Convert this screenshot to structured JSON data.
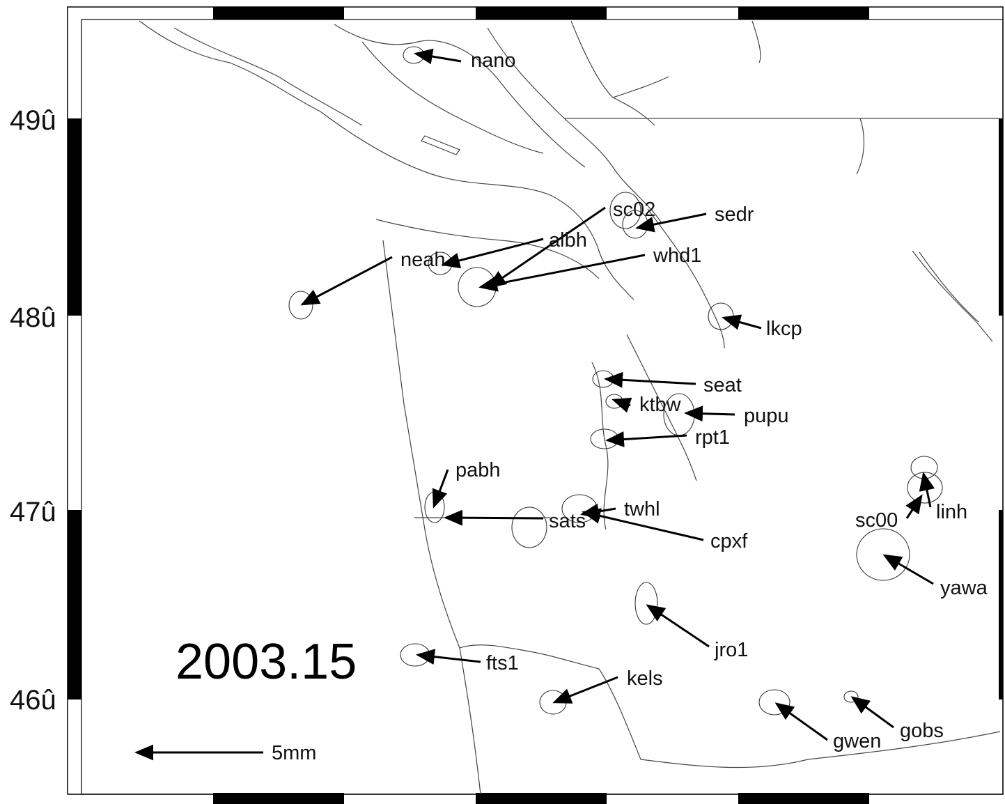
{
  "map": {
    "epoch_label": "2003.15",
    "scale_label": "5mm",
    "latitude_labels": [
      "49û",
      "48û",
      "47û",
      "46û"
    ],
    "colors": {
      "ink": "#000000",
      "coast": "#444444",
      "frame": "#000000"
    },
    "stations": [
      {
        "id": "nano"
      },
      {
        "id": "sc02"
      },
      {
        "id": "sedr"
      },
      {
        "id": "albh"
      },
      {
        "id": "neah"
      },
      {
        "id": "whd1"
      },
      {
        "id": "lkcp"
      },
      {
        "id": "seat"
      },
      {
        "id": "ktbw"
      },
      {
        "id": "pupu"
      },
      {
        "id": "rpt1"
      },
      {
        "id": "pabh"
      },
      {
        "id": "twhl"
      },
      {
        "id": "sats"
      },
      {
        "id": "cpxf"
      },
      {
        "id": "sc00"
      },
      {
        "id": "linh"
      },
      {
        "id": "yawa"
      },
      {
        "id": "jro1"
      },
      {
        "id": "fts1"
      },
      {
        "id": "kels"
      },
      {
        "id": "gwen"
      },
      {
        "id": "gobs"
      }
    ]
  }
}
